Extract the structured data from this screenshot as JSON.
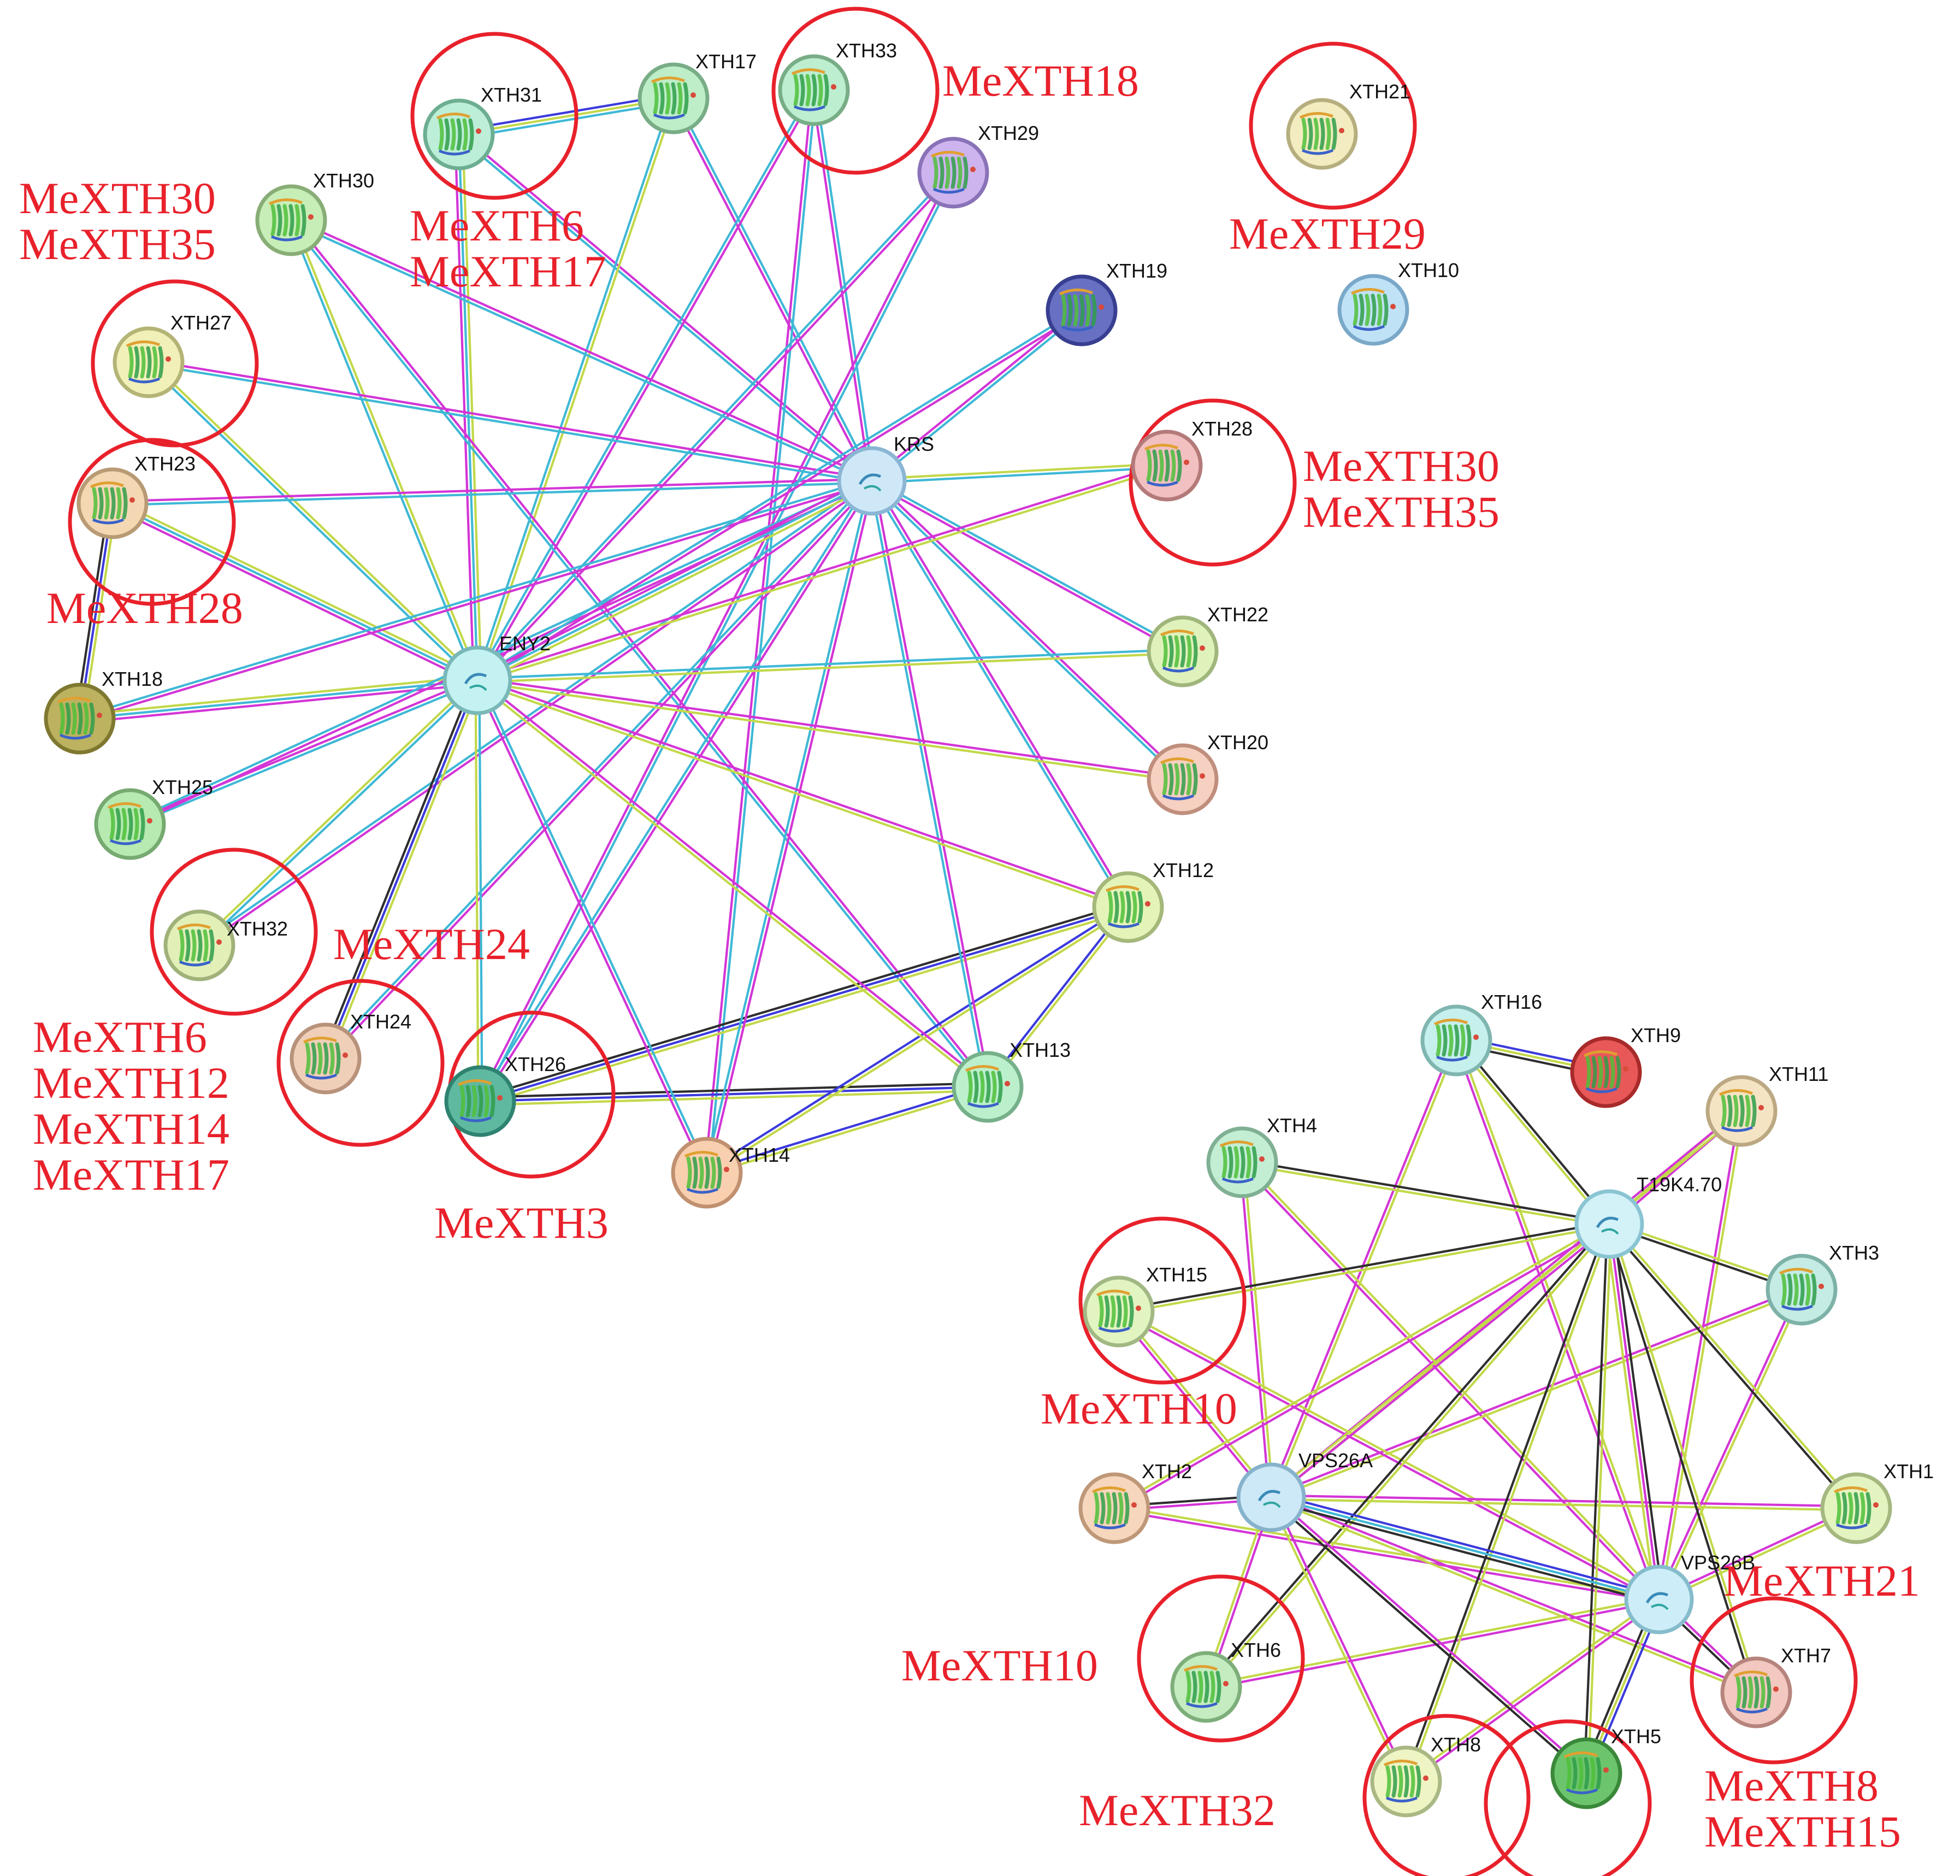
{
  "colors": {
    "annotation": "#e8212b",
    "edge_textmining": "#c3d84a",
    "edge_database": "#3fb8d6",
    "edge_experimental": "#d335d6",
    "edge_coexpression": "#2e2e2e",
    "edge_homology": "#3b3bdc"
  },
  "nodes": [
    {
      "id": "XTH31",
      "label": "XTH31",
      "fill": "#bdeed8",
      "ring": "#6dae91"
    },
    {
      "id": "XTH17",
      "label": "XTH17",
      "fill": "#bdeec8",
      "ring": "#78ad86"
    },
    {
      "id": "XTH33",
      "label": "XTH33",
      "fill": "#bdeed0",
      "ring": "#78ad86"
    },
    {
      "id": "XTH29",
      "label": "XTH29",
      "fill": "#cdb4ee",
      "ring": "#8a72b8"
    },
    {
      "id": "XTH30",
      "label": "XTH30",
      "fill": "#c8eeb8",
      "ring": "#88ad76"
    },
    {
      "id": "XTH27",
      "label": "XTH27",
      "fill": "#f0f0b8",
      "ring": "#b4b476"
    },
    {
      "id": "XTH23",
      "label": "XTH23",
      "fill": "#f4d8b4",
      "ring": "#b89a74"
    },
    {
      "id": "XTH18",
      "label": "XTH18",
      "fill": "#bcb260",
      "ring": "#7f7830"
    },
    {
      "id": "XTH25",
      "label": "XTH25",
      "fill": "#b6eab0",
      "ring": "#76aa70"
    },
    {
      "id": "XTH32",
      "label": "XTH32",
      "fill": "#e2f0b8",
      "ring": "#a0b27a"
    },
    {
      "id": "XTH24",
      "label": "XTH24",
      "fill": "#f0cfb8",
      "ring": "#b8927a"
    },
    {
      "id": "XTH26",
      "label": "XTH26",
      "fill": "#5fb8a0",
      "ring": "#2e8270"
    },
    {
      "id": "XTH14",
      "label": "XTH14",
      "fill": "#f8d0b0",
      "ring": "#c09070"
    },
    {
      "id": "XTH13",
      "label": "XTH13",
      "fill": "#bcf0cc",
      "ring": "#76b08a"
    },
    {
      "id": "XTH12",
      "label": "XTH12",
      "fill": "#e4f4b8",
      "ring": "#a4b87a"
    },
    {
      "id": "XTH20",
      "label": "XTH20",
      "fill": "#f6d0c0",
      "ring": "#c08e7c"
    },
    {
      "id": "XTH22",
      "label": "XTH22",
      "fill": "#e0f2bc",
      "ring": "#a0b67c"
    },
    {
      "id": "XTH28",
      "label": "XTH28",
      "fill": "#f2c0c0",
      "ring": "#b47a7a"
    },
    {
      "id": "XTH19",
      "label": "XTH19",
      "fill": "#6870c4",
      "ring": "#383e90"
    },
    {
      "id": "KRS",
      "label": "KRS",
      "fill": "#cfe8f8",
      "ring": "#8ab6d4"
    },
    {
      "id": "ENY2",
      "label": "ENY2",
      "fill": "#c4f2f2",
      "ring": "#7ab8b8"
    },
    {
      "id": "XTH21",
      "label": "XTH21",
      "fill": "#f2ecc0",
      "ring": "#b6ae7e"
    },
    {
      "id": "XTH10",
      "label": "XTH10",
      "fill": "#c0e2f6",
      "ring": "#7aa8c8"
    },
    {
      "id": "XTH16",
      "label": "XTH16",
      "fill": "#c6f0ec",
      "ring": "#80b6b0"
    },
    {
      "id": "XTH9",
      "label": "XTH9",
      "fill": "#e85858",
      "ring": "#a82a2a"
    },
    {
      "id": "XTH11",
      "label": "XTH11",
      "fill": "#f4e4c4",
      "ring": "#bca882"
    },
    {
      "id": "XTH4",
      "label": "XTH4",
      "fill": "#c4eed4",
      "ring": "#80b094"
    },
    {
      "id": "T19K4.70",
      "label": "T19K4.70",
      "fill": "#d2f2f8",
      "ring": "#8ac4d2"
    },
    {
      "id": "XTH3",
      "label": "XTH3",
      "fill": "#c4ece4",
      "ring": "#7eb2a8"
    },
    {
      "id": "XTH15",
      "label": "XTH15",
      "fill": "#e2f4c0",
      "ring": "#a2b884"
    },
    {
      "id": "XTH2",
      "label": "XTH2",
      "fill": "#f6d6bc",
      "ring": "#be9878"
    },
    {
      "id": "VPS26A",
      "label": "VPS26A",
      "fill": "#cde8f6",
      "ring": "#86b2cc"
    },
    {
      "id": "XTH1",
      "label": "XTH1",
      "fill": "#e4f4c0",
      "ring": "#a4b880"
    },
    {
      "id": "VPS26B",
      "label": "VPS26B",
      "fill": "#cdeef8",
      "ring": "#86bccc"
    },
    {
      "id": "XTH6",
      "label": "XTH6",
      "fill": "#c4ecc0",
      "ring": "#7eae7a"
    },
    {
      "id": "XTH7",
      "label": "XTH7",
      "fill": "#f2c8c0",
      "ring": "#b6847c"
    },
    {
      "id": "XTH8",
      "label": "XTH8",
      "fill": "#eef4c4",
      "ring": "#aab884"
    },
    {
      "id": "XTH5",
      "label": "XTH5",
      "fill": "#6cc46c",
      "ring": "#3a883a"
    }
  ],
  "edges": [
    {
      "source": "XTH31",
      "target": "XTH17",
      "types": [
        "homology",
        "textmining",
        "database"
      ]
    },
    {
      "source": "XTH31",
      "target": "KRS",
      "types": [
        "experimental",
        "database"
      ]
    },
    {
      "source": "XTH31",
      "target": "ENY2",
      "types": [
        "textmining",
        "database",
        "experimental"
      ]
    },
    {
      "source": "XTH17",
      "target": "KRS",
      "types": [
        "database",
        "experimental"
      ]
    },
    {
      "source": "XTH17",
      "target": "ENY2",
      "types": [
        "textmining",
        "database"
      ]
    },
    {
      "source": "XTH33",
      "target": "KRS",
      "types": [
        "database",
        "experimental"
      ]
    },
    {
      "source": "XTH33",
      "target": "ENY2",
      "types": [
        "experimental",
        "database"
      ]
    },
    {
      "source": "XTH33",
      "target": "XTH14",
      "types": [
        "database",
        "experimental"
      ]
    },
    {
      "source": "XTH29",
      "target": "ENY2",
      "types": [
        "experimental",
        "database"
      ]
    },
    {
      "source": "XTH29",
      "target": "XTH26",
      "types": [
        "database",
        "experimental"
      ]
    },
    {
      "source": "XTH30",
      "target": "KRS",
      "types": [
        "experimental",
        "database"
      ]
    },
    {
      "source": "XTH30",
      "target": "ENY2",
      "types": [
        "textmining",
        "database"
      ]
    },
    {
      "source": "XTH30",
      "target": "XTH13",
      "types": [
        "experimental",
        "database"
      ]
    },
    {
      "source": "XTH27",
      "target": "KRS",
      "types": [
        "experimental",
        "database"
      ]
    },
    {
      "source": "XTH27",
      "target": "ENY2",
      "types": [
        "textmining",
        "database"
      ]
    },
    {
      "source": "XTH23",
      "target": "KRS",
      "types": [
        "experimental",
        "database"
      ]
    },
    {
      "source": "XTH23",
      "target": "ENY2",
      "types": [
        "textmining",
        "database",
        "experimental"
      ]
    },
    {
      "source": "XTH23",
      "target": "XTH18",
      "types": [
        "textmining",
        "homology",
        "coexpression"
      ]
    },
    {
      "source": "XTH18",
      "target": "KRS",
      "types": [
        "database",
        "experimental"
      ]
    },
    {
      "source": "XTH18",
      "target": "ENY2",
      "types": [
        "textmining",
        "database",
        "experimental"
      ]
    },
    {
      "source": "XTH25",
      "target": "ENY2",
      "types": [
        "experimental",
        "database"
      ]
    },
    {
      "source": "XTH25",
      "target": "KRS",
      "types": [
        "database",
        "experimental"
      ]
    },
    {
      "source": "XTH32",
      "target": "ENY2",
      "types": [
        "textmining",
        "database"
      ]
    },
    {
      "source": "XTH32",
      "target": "KRS",
      "types": [
        "database",
        "experimental"
      ]
    },
    {
      "source": "XTH24",
      "target": "ENY2",
      "types": [
        "coexpression",
        "homology",
        "textmining"
      ]
    },
    {
      "source": "XTH24",
      "target": "KRS",
      "types": [
        "database",
        "experimental"
      ]
    },
    {
      "source": "XTH26",
      "target": "ENY2",
      "types": [
        "textmining",
        "database"
      ]
    },
    {
      "source": "XTH26",
      "target": "KRS",
      "types": [
        "database",
        "experimental"
      ]
    },
    {
      "source": "XTH26",
      "target": "XTH12",
      "types": [
        "coexpression",
        "homology",
        "textmining"
      ]
    },
    {
      "source": "XTH26",
      "target": "XTH13",
      "types": [
        "coexpression",
        "homology",
        "textmining"
      ]
    },
    {
      "source": "XTH14",
      "target": "ENY2",
      "types": [
        "experimental",
        "database"
      ]
    },
    {
      "source": "XTH14",
      "target": "KRS",
      "types": [
        "database",
        "experimental"
      ]
    },
    {
      "source": "XTH14",
      "target": "XTH12",
      "types": [
        "homology",
        "textmining"
      ]
    },
    {
      "source": "XTH14",
      "target": "XTH13",
      "types": [
        "homology",
        "textmining"
      ]
    },
    {
      "source": "XTH13",
      "target": "ENY2",
      "types": [
        "textmining",
        "experimental"
      ]
    },
    {
      "source": "XTH13",
      "target": "KRS",
      "types": [
        "database",
        "experimental"
      ]
    },
    {
      "source": "XTH13",
      "target": "XTH12",
      "types": [
        "homology",
        "textmining"
      ]
    },
    {
      "source": "XTH12",
      "target": "ENY2",
      "types": [
        "textmining",
        "experimental"
      ]
    },
    {
      "source": "XTH12",
      "target": "KRS",
      "types": [
        "database",
        "experimental"
      ]
    },
    {
      "source": "XTH20",
      "target": "ENY2",
      "types": [
        "textmining",
        "experimental"
      ]
    },
    {
      "source": "XTH20",
      "target": "KRS",
      "types": [
        "database",
        "experimental"
      ]
    },
    {
      "source": "XTH22",
      "target": "ENY2",
      "types": [
        "textmining",
        "database"
      ]
    },
    {
      "source": "XTH22",
      "target": "KRS",
      "types": [
        "experimental",
        "database"
      ]
    },
    {
      "source": "XTH28",
      "target": "ENY2",
      "types": [
        "textmining",
        "experimental"
      ]
    },
    {
      "source": "XTH28",
      "target": "KRS",
      "types": [
        "database",
        "textmining"
      ]
    },
    {
      "source": "XTH19",
      "target": "KRS",
      "types": [
        "database",
        "experimental"
      ]
    },
    {
      "source": "XTH19",
      "target": "ENY2",
      "types": [
        "experimental",
        "database"
      ]
    },
    {
      "source": "KRS",
      "target": "ENY2",
      "types": [
        "textmining",
        "database",
        "experimental"
      ]
    },
    {
      "source": "XTH16",
      "target": "XTH9",
      "types": [
        "homology",
        "textmining",
        "coexpression"
      ]
    },
    {
      "source": "XTH16",
      "target": "T19K4.70",
      "types": [
        "coexpression",
        "textmining"
      ]
    },
    {
      "source": "XTH16",
      "target": "VPS26A",
      "types": [
        "textmining",
        "experimental"
      ]
    },
    {
      "source": "XTH16",
      "target": "VPS26B",
      "types": [
        "textmining",
        "experimental"
      ]
    },
    {
      "source": "XTH11",
      "target": "T19K4.70",
      "types": [
        "experimental",
        "textmining"
      ]
    },
    {
      "source": "XTH11",
      "target": "VPS26A",
      "types": [
        "textmining",
        "experimental"
      ]
    },
    {
      "source": "XTH11",
      "target": "VPS26B",
      "types": [
        "textmining",
        "experimental"
      ]
    },
    {
      "source": "XTH4",
      "target": "T19K4.70",
      "types": [
        "coexpression",
        "textmining"
      ]
    },
    {
      "source": "XTH4",
      "target": "VPS26A",
      "types": [
        "textmining",
        "experimental"
      ]
    },
    {
      "source": "XTH4",
      "target": "VPS26B",
      "types": [
        "textmining",
        "experimental"
      ]
    },
    {
      "source": "XTH3",
      "target": "T19K4.70",
      "types": [
        "coexpression",
        "textmining"
      ]
    },
    {
      "source": "XTH3",
      "target": "VPS26A",
      "types": [
        "textmining",
        "experimental"
      ]
    },
    {
      "source": "XTH3",
      "target": "VPS26B",
      "types": [
        "textmining",
        "experimental"
      ]
    },
    {
      "source": "XTH15",
      "target": "T19K4.70",
      "types": [
        "coexpression",
        "textmining"
      ]
    },
    {
      "source": "XTH15",
      "target": "VPS26A",
      "types": [
        "textmining",
        "experimental"
      ]
    },
    {
      "source": "XTH15",
      "target": "VPS26B",
      "types": [
        "textmining",
        "experimental"
      ]
    },
    {
      "source": "XTH2",
      "target": "T19K4.70",
      "types": [
        "textmining",
        "experimental"
      ]
    },
    {
      "source": "XTH2",
      "target": "VPS26A",
      "types": [
        "coexpression",
        "experimental"
      ]
    },
    {
      "source": "XTH2",
      "target": "VPS26B",
      "types": [
        "textmining",
        "experimental"
      ]
    },
    {
      "source": "XTH1",
      "target": "T19K4.70",
      "types": [
        "coexpression",
        "textmining"
      ]
    },
    {
      "source": "XTH1",
      "target": "VPS26A",
      "types": [
        "textmining",
        "experimental"
      ]
    },
    {
      "source": "XTH1",
      "target": "VPS26B",
      "types": [
        "textmining",
        "experimental"
      ]
    },
    {
      "source": "XTH6",
      "target": "T19K4.70",
      "types": [
        "coexpression",
        "textmining"
      ]
    },
    {
      "source": "XTH6",
      "target": "VPS26A",
      "types": [
        "textmining",
        "experimental"
      ]
    },
    {
      "source": "XTH6",
      "target": "VPS26B",
      "types": [
        "textmining",
        "experimental"
      ]
    },
    {
      "source": "XTH7",
      "target": "T19K4.70",
      "types": [
        "coexpression",
        "textmining"
      ]
    },
    {
      "source": "XTH7",
      "target": "VPS26A",
      "types": [
        "textmining",
        "experimental"
      ]
    },
    {
      "source": "XTH7",
      "target": "VPS26B",
      "types": [
        "coexpression",
        "experimental"
      ]
    },
    {
      "source": "XTH8",
      "target": "T19K4.70",
      "types": [
        "coexpression",
        "textmining"
      ]
    },
    {
      "source": "XTH8",
      "target": "VPS26A",
      "types": [
        "textmining",
        "experimental"
      ]
    },
    {
      "source": "XTH8",
      "target": "VPS26B",
      "types": [
        "textmining",
        "experimental"
      ]
    },
    {
      "source": "XTH5",
      "target": "T19K4.70",
      "types": [
        "coexpression",
        "textmining"
      ]
    },
    {
      "source": "XTH5",
      "target": "VPS26A",
      "types": [
        "coexpression",
        "experimental"
      ]
    },
    {
      "source": "XTH5",
      "target": "VPS26B",
      "types": [
        "coexpression",
        "textmining",
        "homology"
      ]
    },
    {
      "source": "VPS26A",
      "target": "VPS26B",
      "types": [
        "homology",
        "database",
        "coexpression"
      ]
    },
    {
      "source": "VPS26A",
      "target": "T19K4.70",
      "types": [
        "textmining",
        "experimental"
      ]
    },
    {
      "source": "VPS26B",
      "target": "T19K4.70",
      "types": [
        "textmining",
        "experimental",
        "coexpression"
      ]
    }
  ],
  "highlights": [
    {
      "target": "XTH31",
      "lines": [
        "MeXTH6",
        "MeXTH17"
      ]
    },
    {
      "target": "XTH33",
      "lines": [
        "MeXTH18"
      ]
    },
    {
      "target": "XTH30",
      "lines": [
        "MeXTH30",
        "MeXTH35"
      ]
    },
    {
      "target": "XTH27",
      "lines": []
    },
    {
      "target": "XTH23",
      "lines": [
        "MeXTH28"
      ]
    },
    {
      "target": "XTH32",
      "lines": [
        "MeXTH6",
        "MeXTH12",
        "MeXTH14",
        "MeXTH17"
      ]
    },
    {
      "target": "XTH24",
      "lines": [
        "MeXTH24"
      ]
    },
    {
      "target": "XTH26",
      "lines": [
        "MeXTH3"
      ]
    },
    {
      "target": "XTH28",
      "lines": [
        "MeXTH30",
        "MeXTH35"
      ]
    },
    {
      "target": "XTH21",
      "lines": [
        "MeXTH29"
      ]
    },
    {
      "target": "XTH15",
      "lines": [
        "MeXTH10"
      ]
    },
    {
      "target": "XTH6",
      "lines": [
        "MeXTH10"
      ]
    },
    {
      "target": "XTH8",
      "lines": [
        "MeXTH32"
      ]
    },
    {
      "target": "XTH5",
      "lines": [
        "MeXTH8",
        "MeXTH15"
      ]
    },
    {
      "target": "XTH7",
      "lines": [
        "MeXTH21"
      ]
    }
  ]
}
